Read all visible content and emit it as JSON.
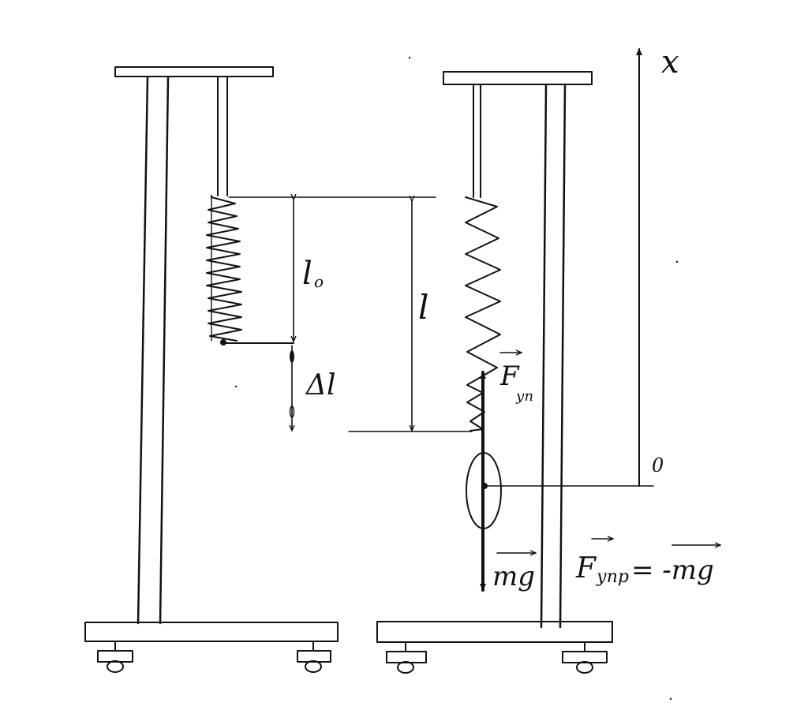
{
  "labels": {
    "axis_x": "x",
    "origin": "0",
    "l0_main": "l",
    "l0_sub": "o",
    "l": "l",
    "delta_l": "Δl",
    "f_el_main": "F",
    "f_el_sub": "уп",
    "mg": "mg",
    "eq_f_main": "F",
    "eq_f_sub": "упр",
    "eq_rest": "= -mg"
  },
  "colors": {
    "ink": "#111111",
    "background": "#ffffff"
  }
}
